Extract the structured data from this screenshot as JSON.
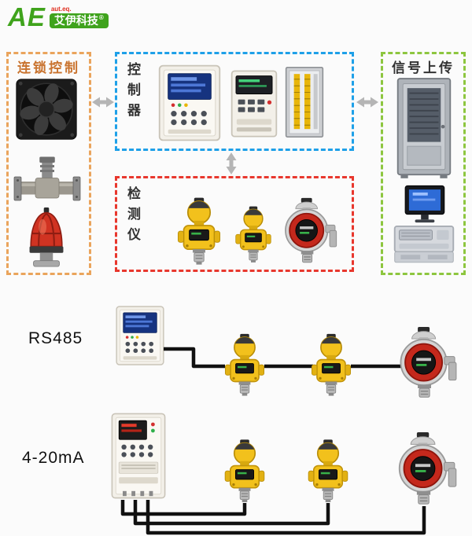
{
  "page": {
    "background": "#fbfbfb"
  },
  "logo": {
    "letters": "AE",
    "tagline": "aut.eq.",
    "name": "艾伊科技",
    "registered": "®",
    "green": "#3fa31c",
    "red": "#e03020"
  },
  "boxes": {
    "interlock": {
      "label": "连锁控制",
      "border": "#eaa45c",
      "title_color": "#c9732e"
    },
    "controller": {
      "label": "控制器",
      "border": "#1ea0e8",
      "title_color": "#333333"
    },
    "upload": {
      "label": "信号上传",
      "border": "#8dc63f",
      "title_color": "#333333"
    },
    "detector": {
      "label": "检测仪",
      "border": "#e8372d",
      "title_color": "#333333"
    }
  },
  "wiring": {
    "rs485_label": "RS485",
    "current_label": "4-20mA",
    "cable_color": "#111111"
  },
  "devices": {
    "interlock": [
      "exhaust-fan-icon",
      "solenoid-valve-icon",
      "alarm-beacon-icon"
    ],
    "controller": [
      "gas-alarm-controller-icon",
      "compact-controller-icon",
      "terminal-cabinet-icon"
    ],
    "upload": [
      "server-cabinet-icon",
      "industrial-workstation-icon"
    ],
    "detector_group": [
      "gas-detector-yellow-icon",
      "gas-detector-yellow-icon",
      "gas-detector-red-icon"
    ],
    "rs485_chain": [
      "gas-alarm-controller-icon",
      "gas-detector-yellow-icon",
      "gas-detector-yellow-icon",
      "gas-detector-red-icon"
    ],
    "current_loop_chain": [
      "gas-alarm-controller-icon",
      "gas-detector-yellow-icon",
      "gas-detector-yellow-icon",
      "gas-detector-red-icon"
    ]
  },
  "arrows": {
    "color": "#b5b5b5"
  }
}
